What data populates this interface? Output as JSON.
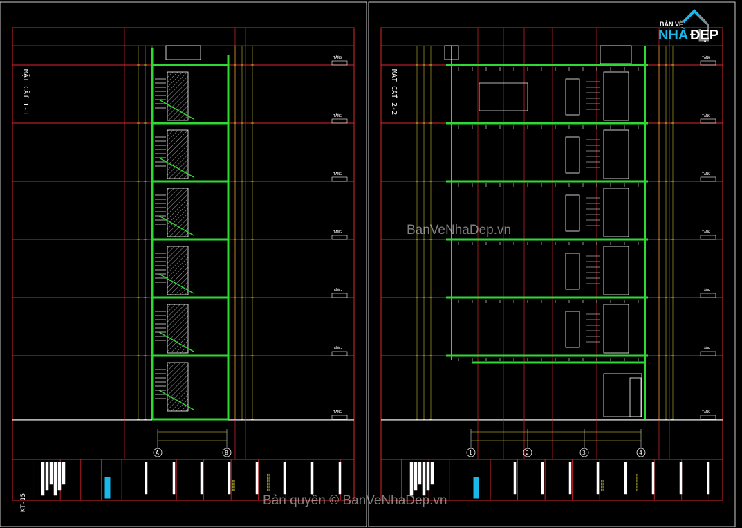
{
  "sheets": [
    {
      "title": "MẶT CẮT 1-1",
      "sheet_no": "KT-15",
      "axes": [
        "A",
        "B"
      ]
    },
    {
      "title": "MẶT CẮT 2-2",
      "sheet_no": "",
      "axes": [
        "1",
        "2",
        "3",
        "4"
      ]
    }
  ],
  "watermark_center": "BanVeNhaDep.vn",
  "watermark_bottom": "Bản quyền © BanVeNhaDep.vn",
  "logo": {
    "line1": "BẢN VẼ",
    "nha": "NHÀ",
    "dep": "ĐẸP"
  },
  "colors": {
    "background": "#000000",
    "frame": "#e0262b",
    "structure": "#2fd833",
    "dimension": "#e6e032",
    "detail": "#ffffff",
    "accent": "#19b8e8"
  }
}
